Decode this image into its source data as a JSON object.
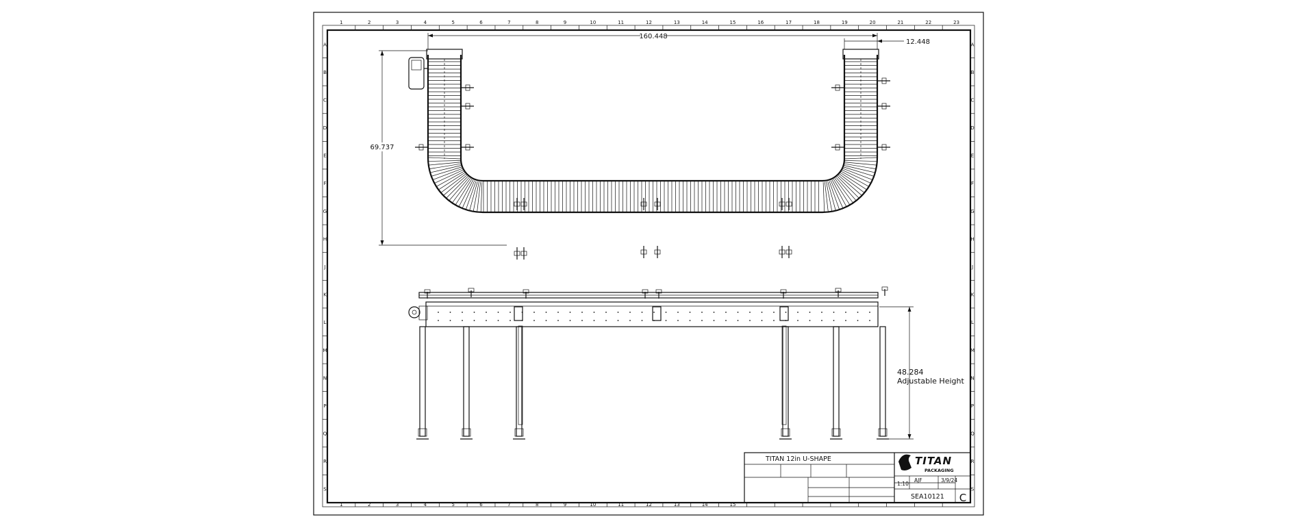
{
  "drawing": {
    "border": {
      "col_numbers": [
        "1",
        "2",
        "3",
        "4",
        "5",
        "6",
        "7",
        "8",
        "9",
        "10",
        "11",
        "12",
        "13",
        "14",
        "15",
        "16",
        "17",
        "18",
        "19",
        "20",
        "21",
        "22",
        "23"
      ],
      "bottom_col_numbers": [
        "1",
        "2",
        "3",
        "4",
        "5",
        "6",
        "7",
        "8",
        "9",
        "10",
        "11",
        "12",
        "13",
        "14",
        "15"
      ],
      "row_letters": [
        "A",
        "B",
        "C",
        "D",
        "E",
        "F",
        "G",
        "H",
        "J",
        "K",
        "L",
        "M",
        "N",
        "P",
        "Q",
        "R",
        "S"
      ]
    },
    "dimensions": {
      "overall_width": "160.448",
      "belt_width": "12.448",
      "overall_depth": "69.737",
      "height_value": "48.284",
      "height_note": "Adjustable Height"
    },
    "title_block": {
      "title": "TITAN 12in U-SHAPE",
      "logo_word": "TITAN",
      "logo_sub": "PACKAGING",
      "qty": "1:10",
      "drawn_by": "AJF",
      "date": "3/9/24",
      "dwg_no": "SEA10121",
      "size": "C"
    }
  }
}
